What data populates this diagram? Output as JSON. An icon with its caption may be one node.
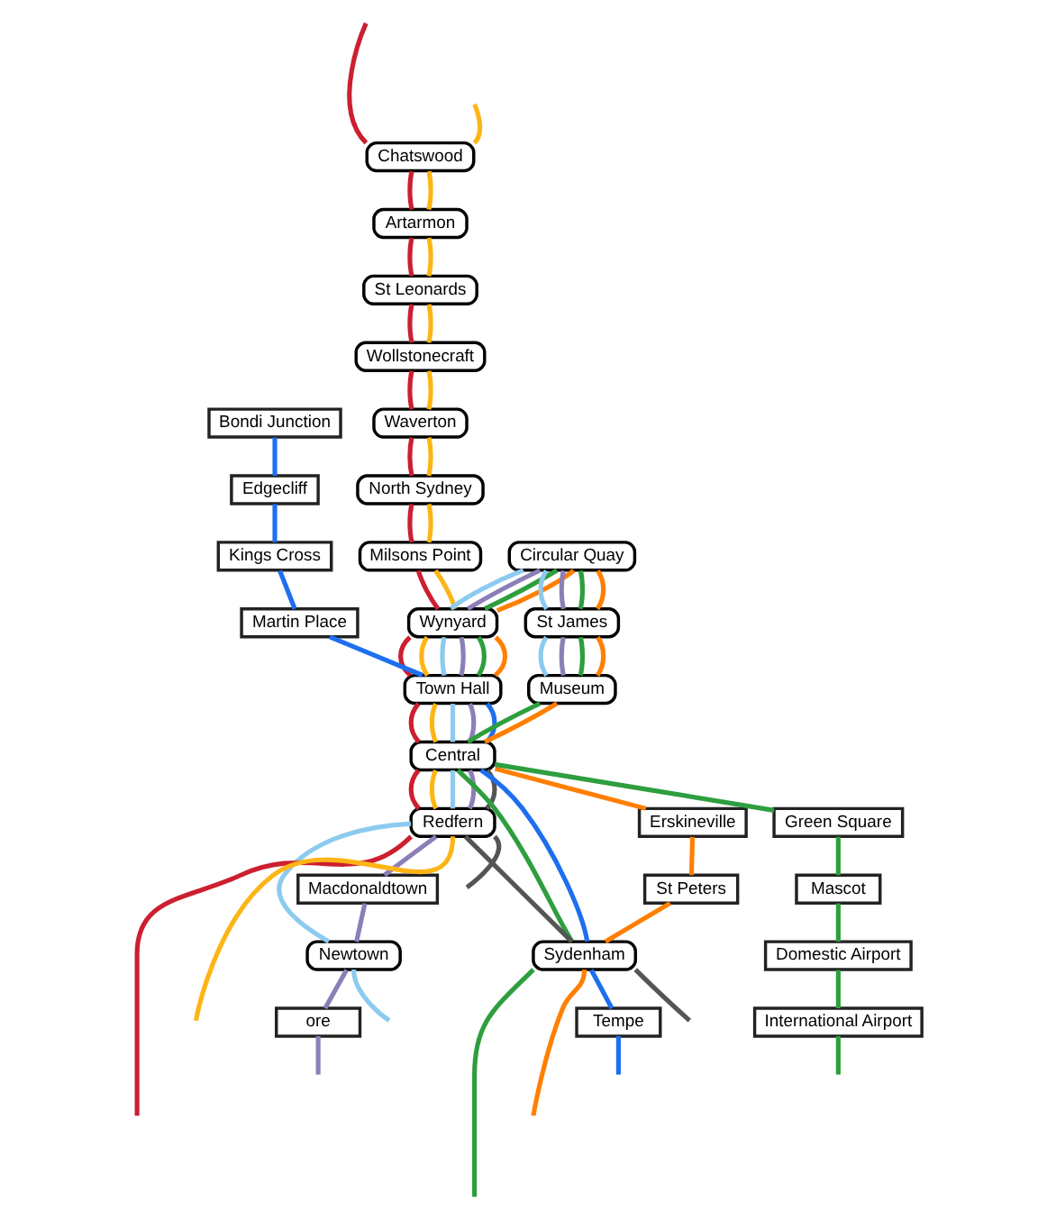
{
  "diagram": {
    "nodes": [
      {
        "text": [
          "Chatswood"
        ]
      },
      {
        "text": [
          "Artarmon"
        ]
      },
      {
        "text": [
          "St Leonards"
        ]
      },
      {
        "text": [
          "Wollstonecraft"
        ]
      },
      {
        "text": [
          "Waverton"
        ]
      },
      {
        "text": [
          "North Sydney"
        ]
      },
      {
        "text": [
          "Milsons Point"
        ]
      },
      {
        "text": [
          "Circular Quay"
        ]
      },
      {
        "text": [
          "Wynyard"
        ]
      },
      {
        "text": [
          "Martin Place"
        ]
      },
      {
        "text": [
          "Kings Cross"
        ]
      },
      {
        "text": [
          "Edgecliff"
        ]
      },
      {
        "text": [
          "St James"
        ]
      },
      {
        "text": [
          "Town Hall"
        ]
      },
      {
        "text": [
          "Bondi Junction"
        ]
      },
      {
        "text": [
          "Central"
        ]
      },
      {
        "text": [
          "Redfern"
        ]
      },
      {
        "text": [
          "Museum"
        ]
      },
      {
        "text": [
          "ore"
        ]
      },
      {
        "text": [
          "Newtown"
        ]
      },
      {
        "text": [
          "Macdonaldtown"
        ]
      },
      {
        "text": [
          "Erskineville"
        ]
      },
      {
        "text": [
          "Green Square"
        ]
      },
      {
        "text": [
          "St Peters"
        ]
      },
      {
        "text": [
          "Mascot"
        ]
      },
      {
        "text": [
          "Sydenham"
        ]
      },
      {
        "text": [
          "Domestic Airport"
        ]
      },
      {
        "text": [
          "Tempe"
        ]
      },
      {
        "text": [
          "International Airport"
        ]
      }
    ],
    "edges": [
      {
        "from": null,
        "to": 0,
        "arrow": "none",
        "color": "#cc1f2f"
      },
      {
        "from": 0,
        "to": 1,
        "arrow": "none",
        "color": "#cc1f2f"
      },
      {
        "from": 1,
        "to": 2,
        "arrow": "none",
        "color": "#cc1f2f"
      },
      {
        "from": 2,
        "to": 3,
        "arrow": "none",
        "color": "#cc1f2f"
      },
      {
        "from": 3,
        "to": 4,
        "arrow": "none",
        "color": "#cc1f2f"
      },
      {
        "from": 4,
        "to": 5,
        "arrow": "none",
        "color": "#cc1f2f"
      },
      {
        "from": 5,
        "to": 6,
        "arrow": "none",
        "color": "#cc1f2f"
      },
      {
        "from": 6,
        "to": 8,
        "arrow": "none",
        "color": "#cc1f2f"
      },
      {
        "from": 8,
        "to": 13,
        "arrow": "none",
        "color": "#cc1f2f"
      },
      {
        "from": 13,
        "to": 15,
        "arrow": "none",
        "color": "#cc1f2f"
      },
      {
        "from": 15,
        "to": 16,
        "arrow": "none",
        "color": "#cc1f2f"
      },
      {
        "from": 16,
        "to": null,
        "arrow": "none",
        "color": "#cc1f2f"
      },
      {
        "from": null,
        "to": 0,
        "arrow": "none",
        "color": "#fdb515"
      },
      {
        "from": 0,
        "to": 1,
        "arrow": "none",
        "color": "#fdb515"
      },
      {
        "from": 1,
        "to": 2,
        "arrow": "none",
        "color": "#fdb515"
      },
      {
        "from": 2,
        "to": 3,
        "arrow": "none",
        "color": "#fdb515"
      },
      {
        "from": 3,
        "to": 4,
        "arrow": "none",
        "color": "#fdb515"
      },
      {
        "from": 4,
        "to": 5,
        "arrow": "none",
        "color": "#fdb515"
      },
      {
        "from": 5,
        "to": 6,
        "arrow": "none",
        "color": "#fdb515"
      },
      {
        "from": 6,
        "to": 8,
        "arrow": "none",
        "color": "#fdb515"
      },
      {
        "from": 8,
        "to": 13,
        "arrow": "none",
        "color": "#fdb515"
      },
      {
        "from": 13,
        "to": 15,
        "arrow": "none",
        "color": "#fdb515"
      },
      {
        "from": 15,
        "to": 16,
        "arrow": "none",
        "color": "#fdb515"
      },
      {
        "from": 16,
        "to": null,
        "arrow": "none",
        "color": "#fdb515"
      },
      {
        "from": 7,
        "to": 8,
        "arrow": "none",
        "color": "#8ccbef"
      },
      {
        "from": 8,
        "to": 13,
        "arrow": "none",
        "color": "#8ccbef"
      },
      {
        "from": 13,
        "to": 15,
        "arrow": "none",
        "color": "#8ccbef"
      },
      {
        "from": 15,
        "to": 16,
        "arrow": "none",
        "color": "#8ccbef"
      },
      {
        "from": 16,
        "to": 19,
        "arrow": "none",
        "color": "#8ccbef"
      },
      {
        "from": 19,
        "to": null,
        "arrow": "none",
        "color": "#8ccbef"
      },
      {
        "from": 7,
        "to": 12,
        "arrow": "none",
        "color": "#8ccbef"
      },
      {
        "from": 12,
        "to": 17,
        "arrow": "none",
        "color": "#8ccbef"
      },
      {
        "from": 7,
        "to": 8,
        "arrow": "none",
        "color": "#8c7fb8"
      },
      {
        "from": 8,
        "to": 13,
        "arrow": "none",
        "color": "#8c7fb8"
      },
      {
        "from": 13,
        "to": 15,
        "arrow": "none",
        "color": "#8c7fb8"
      },
      {
        "from": 15,
        "to": 16,
        "arrow": "none",
        "color": "#8c7fb8"
      },
      {
        "from": 16,
        "to": 20,
        "arrow": "none",
        "color": "#8c7fb8"
      },
      {
        "from": 20,
        "to": 19,
        "arrow": "none",
        "color": "#8c7fb8"
      },
      {
        "from": 19,
        "to": 18,
        "arrow": "none",
        "color": "#8c7fb8"
      },
      {
        "from": 18,
        "to": null,
        "arrow": "none",
        "color": "#8c7fb8"
      },
      {
        "from": 7,
        "to": 12,
        "arrow": "none",
        "color": "#8c7fb8"
      },
      {
        "from": 12,
        "to": 17,
        "arrow": "none",
        "color": "#8c7fb8"
      },
      {
        "from": 7,
        "to": 8,
        "arrow": "none",
        "color": "#2e9e3e"
      },
      {
        "from": 8,
        "to": 13,
        "arrow": "none",
        "color": "#2e9e3e"
      },
      {
        "from": 7,
        "to": 12,
        "arrow": "none",
        "color": "#2e9e3e"
      },
      {
        "from": 12,
        "to": 17,
        "arrow": "none",
        "color": "#2e9e3e"
      },
      {
        "from": 17,
        "to": 15,
        "arrow": "none",
        "color": "#2e9e3e"
      },
      {
        "from": 15,
        "to": 25,
        "arrow": "none",
        "color": "#2e9e3e"
      },
      {
        "from": 25,
        "to": null,
        "arrow": "none",
        "color": "#2e9e3e"
      },
      {
        "from": 15,
        "to": 22,
        "arrow": "none",
        "color": "#2e9e3e"
      },
      {
        "from": 22,
        "to": 24,
        "arrow": "none",
        "color": "#2e9e3e"
      },
      {
        "from": 24,
        "to": 26,
        "arrow": "none",
        "color": "#2e9e3e"
      },
      {
        "from": 26,
        "to": 28,
        "arrow": "none",
        "color": "#2e9e3e"
      },
      {
        "from": 28,
        "to": null,
        "arrow": "none",
        "color": "#2e9e3e"
      },
      {
        "from": 7,
        "to": 8,
        "arrow": "none",
        "color": "#ff7f00"
      },
      {
        "from": 8,
        "to": 13,
        "arrow": "none",
        "color": "#ff7f00"
      },
      {
        "from": 7,
        "to": 12,
        "arrow": "none",
        "color": "#ff7f00"
      },
      {
        "from": 12,
        "to": 17,
        "arrow": "none",
        "color": "#ff7f00"
      },
      {
        "from": 17,
        "to": 15,
        "arrow": "none",
        "color": "#ff7f00"
      },
      {
        "from": 15,
        "to": 21,
        "arrow": "none",
        "color": "#ff7f00"
      },
      {
        "from": 21,
        "to": 23,
        "arrow": "none",
        "color": "#ff7f00"
      },
      {
        "from": 23,
        "to": 25,
        "arrow": "none",
        "color": "#ff7f00"
      },
      {
        "from": 25,
        "to": null,
        "arrow": "none",
        "color": "#ff7f00"
      },
      {
        "from": 14,
        "to": 11,
        "arrow": "none",
        "color": "#1e6ff0"
      },
      {
        "from": 11,
        "to": 10,
        "arrow": "none",
        "color": "#1e6ff0"
      },
      {
        "from": 10,
        "to": 9,
        "arrow": "none",
        "color": "#1e6ff0"
      },
      {
        "from": 9,
        "to": 13,
        "arrow": "none",
        "color": "#1e6ff0"
      },
      {
        "from": 13,
        "to": 15,
        "arrow": "none",
        "color": "#1e6ff0"
      },
      {
        "from": 15,
        "to": 25,
        "arrow": "none",
        "color": "#1e6ff0"
      },
      {
        "from": 25,
        "to": 27,
        "arrow": "none",
        "color": "#1e6ff0"
      },
      {
        "from": 27,
        "to": null,
        "arrow": "none",
        "color": "#1e6ff0"
      },
      {
        "from": 15,
        "to": 16,
        "arrow": "none",
        "color": "#555555"
      },
      {
        "from": 16,
        "to": null,
        "arrow": "none",
        "color": "#555555"
      },
      {
        "from": 16,
        "to": 25,
        "arrow": "none",
        "color": "#555555"
      },
      {
        "from": 25,
        "to": null,
        "arrow": "none",
        "color": "#555555"
      }
    ]
  }
}
